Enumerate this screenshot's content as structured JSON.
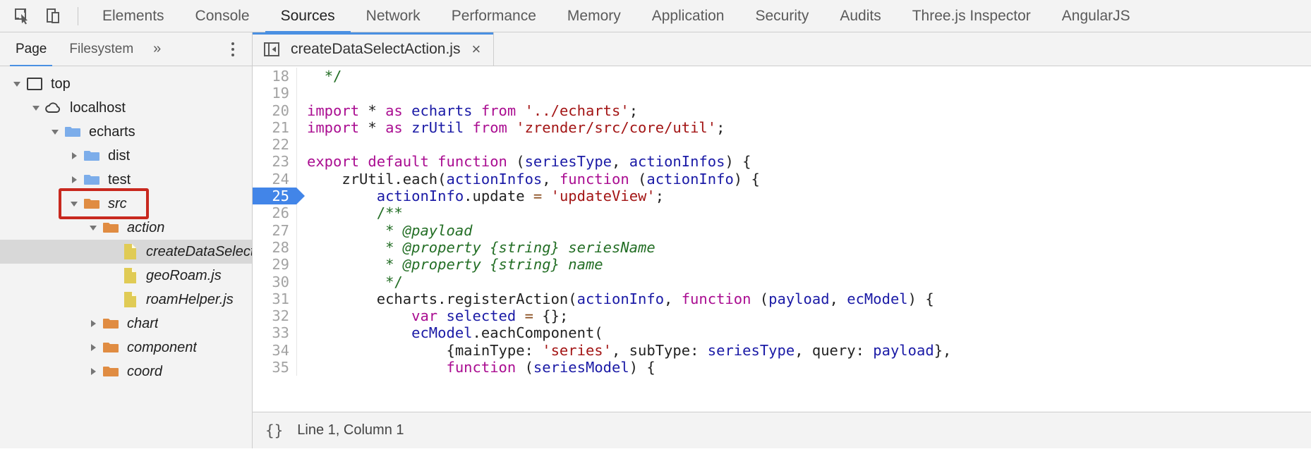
{
  "toolbar": {
    "inspect_icon": "inspect-element-icon",
    "device_icon": "device-toolbar-icon",
    "panels": [
      {
        "label": "Elements",
        "active": false
      },
      {
        "label": "Console",
        "active": false
      },
      {
        "label": "Sources",
        "active": true
      },
      {
        "label": "Network",
        "active": false
      },
      {
        "label": "Performance",
        "active": false
      },
      {
        "label": "Memory",
        "active": false
      },
      {
        "label": "Application",
        "active": false
      },
      {
        "label": "Security",
        "active": false
      },
      {
        "label": "Audits",
        "active": false
      },
      {
        "label": "Three.js Inspector",
        "active": false
      },
      {
        "label": "AngularJS",
        "active": false
      }
    ]
  },
  "navigator": {
    "tabs": [
      {
        "label": "Page",
        "active": true
      },
      {
        "label": "Filesystem",
        "active": false
      }
    ],
    "more_label": "»",
    "menu_icon": "more-options-icon",
    "tree": [
      {
        "label": "top",
        "depth": 0,
        "arrow": "down",
        "icon": "frame-icon",
        "selected": false,
        "italic": false,
        "highlight": false
      },
      {
        "label": "localhost",
        "depth": 1,
        "arrow": "down",
        "icon": "cloud-icon",
        "selected": false,
        "italic": false,
        "highlight": false
      },
      {
        "label": "echarts",
        "depth": 2,
        "arrow": "down",
        "icon": "folder-blue",
        "selected": false,
        "italic": false,
        "highlight": false
      },
      {
        "label": "dist",
        "depth": 3,
        "arrow": "right",
        "icon": "folder-blue",
        "selected": false,
        "italic": false,
        "highlight": false
      },
      {
        "label": "test",
        "depth": 3,
        "arrow": "right",
        "icon": "folder-blue",
        "selected": false,
        "italic": false,
        "highlight": false
      },
      {
        "label": "src",
        "depth": 3,
        "arrow": "down",
        "icon": "folder-orange",
        "selected": false,
        "italic": true,
        "highlight": true
      },
      {
        "label": "action",
        "depth": 4,
        "arrow": "down",
        "icon": "folder-orange",
        "selected": false,
        "italic": true,
        "highlight": false
      },
      {
        "label": "createDataSelectActi",
        "depth": 5,
        "arrow": "none",
        "icon": "file-js",
        "selected": true,
        "italic": true,
        "highlight": false
      },
      {
        "label": "geoRoam.js",
        "depth": 5,
        "arrow": "none",
        "icon": "file-js",
        "selected": false,
        "italic": true,
        "highlight": false
      },
      {
        "label": "roamHelper.js",
        "depth": 5,
        "arrow": "none",
        "icon": "file-js",
        "selected": false,
        "italic": true,
        "highlight": false
      },
      {
        "label": "chart",
        "depth": 4,
        "arrow": "right",
        "icon": "folder-orange",
        "selected": false,
        "italic": true,
        "highlight": false
      },
      {
        "label": "component",
        "depth": 4,
        "arrow": "right",
        "icon": "folder-orange",
        "selected": false,
        "italic": true,
        "highlight": false
      },
      {
        "label": "coord",
        "depth": 4,
        "arrow": "right",
        "icon": "folder-orange",
        "selected": false,
        "italic": true,
        "highlight": false
      }
    ]
  },
  "editor": {
    "collapse_icon": "collapse-sidebar-icon",
    "tab_name": "createDataSelectAction.js",
    "tab_close": "×",
    "execution_line": 25,
    "lines": [
      {
        "n": 18,
        "tokens": [
          {
            "t": "  ",
            "c": "plain"
          },
          {
            "t": "*/",
            "c": "cmt2"
          }
        ]
      },
      {
        "n": 19,
        "tokens": []
      },
      {
        "n": 20,
        "tokens": [
          {
            "t": "import",
            "c": "kw"
          },
          {
            "t": " * ",
            "c": "plain"
          },
          {
            "t": "as",
            "c": "kw"
          },
          {
            "t": " ",
            "c": "plain"
          },
          {
            "t": "echarts",
            "c": "id"
          },
          {
            "t": " ",
            "c": "plain"
          },
          {
            "t": "from",
            "c": "kw"
          },
          {
            "t": " ",
            "c": "plain"
          },
          {
            "t": "'../echarts'",
            "c": "str"
          },
          {
            "t": ";",
            "c": "plain"
          }
        ]
      },
      {
        "n": 21,
        "tokens": [
          {
            "t": "import",
            "c": "kw"
          },
          {
            "t": " * ",
            "c": "plain"
          },
          {
            "t": "as",
            "c": "kw"
          },
          {
            "t": " ",
            "c": "plain"
          },
          {
            "t": "zrUtil",
            "c": "id"
          },
          {
            "t": " ",
            "c": "plain"
          },
          {
            "t": "from",
            "c": "kw"
          },
          {
            "t": " ",
            "c": "plain"
          },
          {
            "t": "'zrender/src/core/util'",
            "c": "str"
          },
          {
            "t": ";",
            "c": "plain"
          }
        ]
      },
      {
        "n": 22,
        "tokens": []
      },
      {
        "n": 23,
        "tokens": [
          {
            "t": "export",
            "c": "kw"
          },
          {
            "t": " ",
            "c": "plain"
          },
          {
            "t": "default",
            "c": "kw"
          },
          {
            "t": " ",
            "c": "plain"
          },
          {
            "t": "function",
            "c": "kw"
          },
          {
            "t": " (",
            "c": "plain"
          },
          {
            "t": "seriesType",
            "c": "id"
          },
          {
            "t": ", ",
            "c": "plain"
          },
          {
            "t": "actionInfos",
            "c": "id"
          },
          {
            "t": ") {",
            "c": "plain"
          }
        ]
      },
      {
        "n": 24,
        "tokens": [
          {
            "t": "    zrUtil.each(",
            "c": "plain"
          },
          {
            "t": "actionInfos",
            "c": "id"
          },
          {
            "t": ", ",
            "c": "plain"
          },
          {
            "t": "function",
            "c": "kw"
          },
          {
            "t": " (",
            "c": "plain"
          },
          {
            "t": "actionInfo",
            "c": "id"
          },
          {
            "t": ") {",
            "c": "plain"
          }
        ]
      },
      {
        "n": 25,
        "tokens": [
          {
            "t": "        ",
            "c": "plain"
          },
          {
            "t": "actionInfo",
            "c": "id"
          },
          {
            "t": ".update ",
            "c": "plain"
          },
          {
            "t": "=",
            "c": "op"
          },
          {
            "t": " ",
            "c": "plain"
          },
          {
            "t": "'updateView'",
            "c": "str"
          },
          {
            "t": ";",
            "c": "plain"
          }
        ]
      },
      {
        "n": 26,
        "tokens": [
          {
            "t": "        /**",
            "c": "cmt2"
          }
        ]
      },
      {
        "n": 27,
        "tokens": [
          {
            "t": "         * @payload",
            "c": "cmt"
          }
        ]
      },
      {
        "n": 28,
        "tokens": [
          {
            "t": "         * @property {string} seriesName",
            "c": "cmt"
          }
        ]
      },
      {
        "n": 29,
        "tokens": [
          {
            "t": "         * @property {string} name",
            "c": "cmt"
          }
        ]
      },
      {
        "n": 30,
        "tokens": [
          {
            "t": "         */",
            "c": "cmt2"
          }
        ]
      },
      {
        "n": 31,
        "tokens": [
          {
            "t": "        echarts.registerAction(",
            "c": "plain"
          },
          {
            "t": "actionInfo",
            "c": "id"
          },
          {
            "t": ", ",
            "c": "plain"
          },
          {
            "t": "function",
            "c": "kw"
          },
          {
            "t": " (",
            "c": "plain"
          },
          {
            "t": "payload",
            "c": "id"
          },
          {
            "t": ", ",
            "c": "plain"
          },
          {
            "t": "ecModel",
            "c": "id"
          },
          {
            "t": ") {",
            "c": "plain"
          }
        ]
      },
      {
        "n": 32,
        "tokens": [
          {
            "t": "            ",
            "c": "plain"
          },
          {
            "t": "var",
            "c": "kw"
          },
          {
            "t": " ",
            "c": "plain"
          },
          {
            "t": "selected",
            "c": "id"
          },
          {
            "t": " ",
            "c": "plain"
          },
          {
            "t": "=",
            "c": "op"
          },
          {
            "t": " {};",
            "c": "plain"
          }
        ]
      },
      {
        "n": 33,
        "tokens": [
          {
            "t": "            ",
            "c": "plain"
          },
          {
            "t": "ecModel",
            "c": "id"
          },
          {
            "t": ".eachComponent(",
            "c": "plain"
          }
        ]
      },
      {
        "n": 34,
        "tokens": [
          {
            "t": "                {mainType: ",
            "c": "plain"
          },
          {
            "t": "'series'",
            "c": "str"
          },
          {
            "t": ", subType: ",
            "c": "plain"
          },
          {
            "t": "seriesType",
            "c": "id"
          },
          {
            "t": ", query: ",
            "c": "plain"
          },
          {
            "t": "payload",
            "c": "id"
          },
          {
            "t": "},",
            "c": "plain"
          }
        ]
      },
      {
        "n": 35,
        "tokens": [
          {
            "t": "                ",
            "c": "plain"
          },
          {
            "t": "function",
            "c": "kw"
          },
          {
            "t": " (",
            "c": "plain"
          },
          {
            "t": "seriesModel",
            "c": "id"
          },
          {
            "t": ") {",
            "c": "plain"
          }
        ]
      }
    ]
  },
  "statusbar": {
    "pretty_print_icon": "{}",
    "cursor_position": "Line 1, Column 1"
  },
  "colors": {
    "accent": "#4a90e2",
    "annotation_red": "#c8281e",
    "folder_blue": "#7cadea",
    "folder_orange": "#e08c42",
    "file_yellow": "#e0cb55",
    "execution_blue": "#4285e8"
  }
}
